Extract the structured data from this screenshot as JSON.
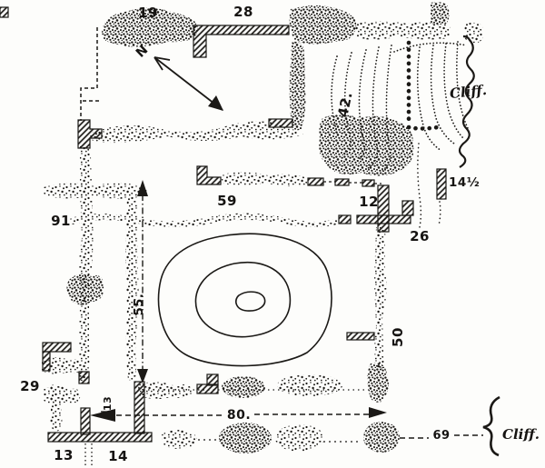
{
  "colors": {
    "ink": "#1b1916",
    "paper": "#fdfdfb"
  },
  "labels": {
    "n19": "19",
    "n28": "28",
    "north": "N",
    "n42": "42.",
    "cliff_top": "Cliff.",
    "n14_half": "14½",
    "n59": "59",
    "n12": "12",
    "n91": "91",
    "n26": "26",
    "n55": "55.",
    "n50": "50",
    "n29": "29",
    "n13_tick": "13",
    "n80": "80.",
    "n13": "13",
    "n14": "14",
    "n69": "69",
    "cliff_bottom": "Cliff."
  }
}
